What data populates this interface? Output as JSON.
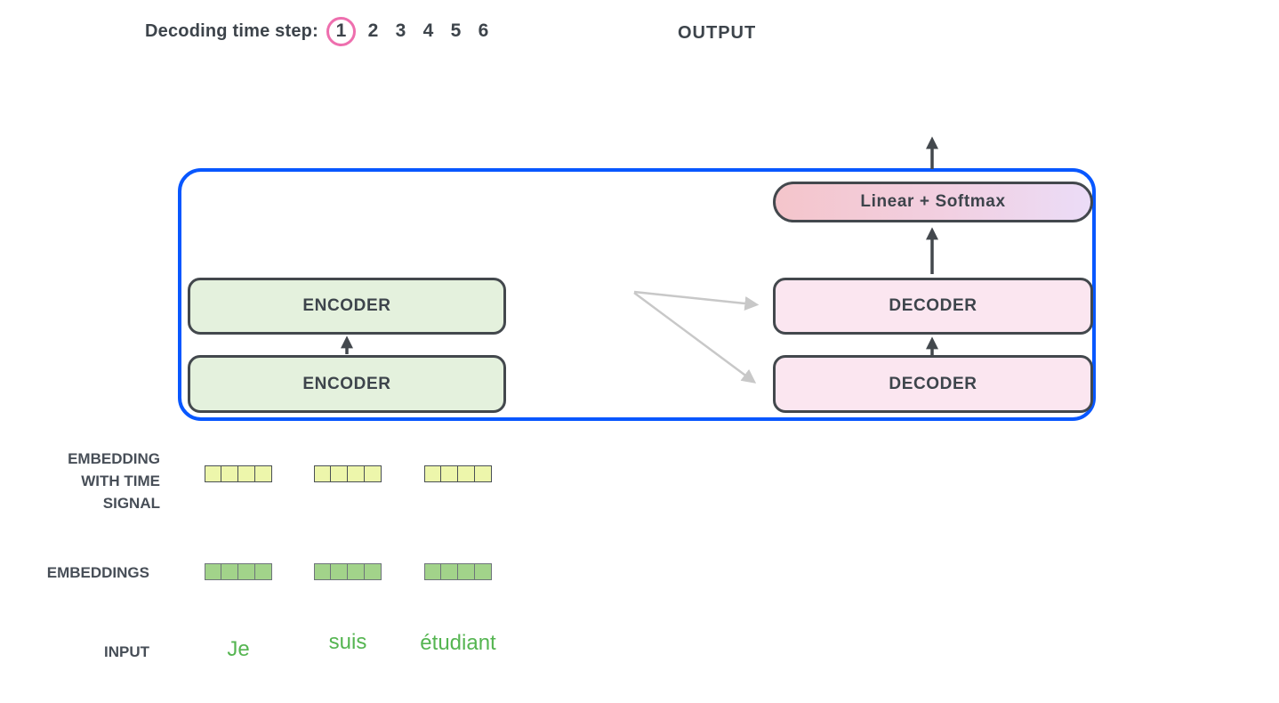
{
  "header": {
    "label": "Decoding time step:",
    "steps": [
      "1",
      "2",
      "3",
      "4",
      "5",
      "6"
    ],
    "active_step": "1"
  },
  "output": {
    "label": "OUTPUT"
  },
  "model": {
    "encoder_stack": [
      "ENCODER",
      "ENCODER"
    ],
    "decoder_stack": [
      "DECODER",
      "DECODER"
    ],
    "output_head": "Linear + Softmax"
  },
  "embedding_rows": {
    "time_signal_label_lines": [
      "EMBEDDING",
      "WITH TIME",
      "SIGNAL"
    ],
    "embeddings_label": "EMBEDDINGS",
    "input_label": "INPUT",
    "tokens": [
      "Je",
      "suis",
      "étudiant"
    ],
    "cells_per_vector": 4,
    "vector_count": 3
  },
  "colors": {
    "accent_blue": "#0857ff",
    "step_circle_pink": "#ee6fae",
    "encoder_fill": "#e4f1dd",
    "decoder_fill": "#fbe6f0",
    "softmax_gradient_left": "#f4c5cb",
    "softmax_gradient_mid": "#f2cfe0",
    "softmax_gradient_right": "#ebdcf7",
    "time_signal_cell": "#edf6ab",
    "embedding_cell": "#a2d38a",
    "token_green": "#55b551",
    "box_border": "#43484d",
    "text_dark": "#3d444b",
    "attention_arrow_gray": "#c8c8c8"
  }
}
